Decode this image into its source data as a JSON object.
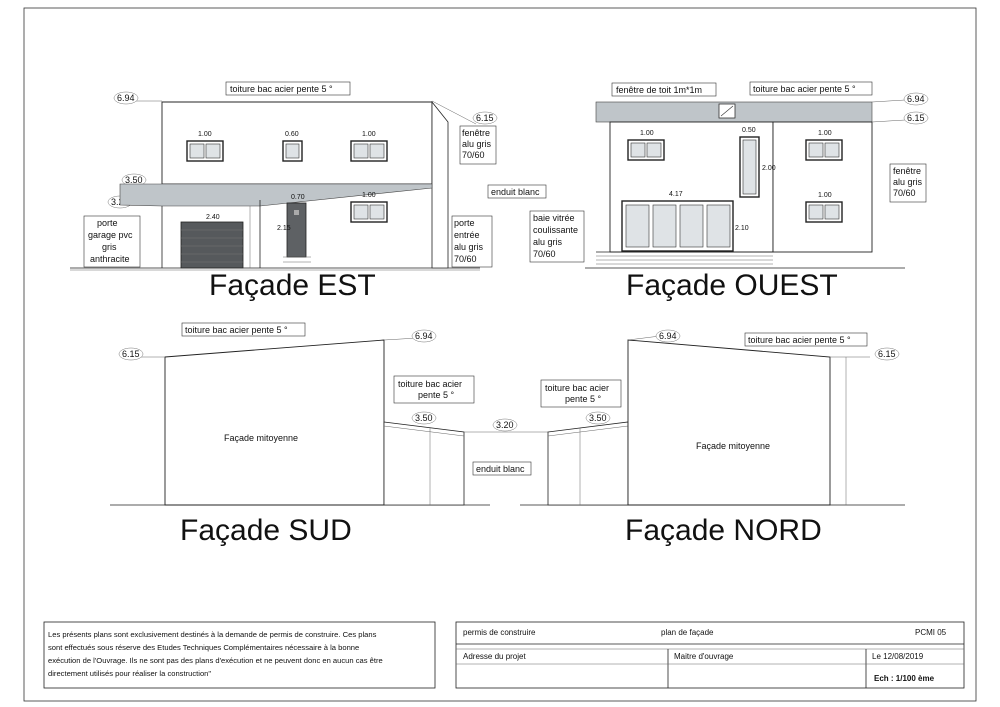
{
  "labels": {
    "roof_sheet": "toiture bac acier  pente 5 °",
    "roof_window": "fenêtre de toit 1m*1m",
    "window_line1": "fenêtre",
    "window_line2": "alu gris",
    "window_line3": "70/60",
    "render": "enduit blanc",
    "garage_line1": "porte",
    "garage_line2": "garage pvc",
    "garage_line3": "gris",
    "garage_line4": "anthracite",
    "door_line1": "porte",
    "door_line2": "entrée",
    "door_line3": "alu gris",
    "door_line4": "70/60",
    "bay_line1": "baie vitrée",
    "bay_line2": "coulissante",
    "bay_line3": "alu gris",
    "bay_line4": "70/60",
    "roof_split_line1": "toiture bac acier",
    "roof_split_line2": "pente 5 °",
    "party_wall": "Façade mitoyenne"
  },
  "levels": {
    "l694": "6.94",
    "l615": "6.15",
    "l350": "3.50",
    "l320": "3.20"
  },
  "titles": {
    "est": "Façade  EST",
    "ouest": "Façade  OUEST",
    "sud": "Façade SUD",
    "nord": "Façade NORD"
  },
  "notice": {
    "line1": "Les présents plans sont exclusivement destinés à la demande de permis de construire. Ces plans",
    "line2": "sont effectués sous réserve des Etudes Techniques Complémentaires nécessaire à la bonne",
    "line3": "exécution de l'Ouvrage.  Ils ne sont pas des plans d'exécution et ne peuvent donc en aucun cas être",
    "line4": "directement utilisés pour réaliser la construction\""
  },
  "cartouche": {
    "permit": "permis de construire",
    "plan": "plan de façade",
    "ref": "PCMI 05",
    "address": "Adresse du projet",
    "owner": "Maitre d'ouvrage",
    "date": "Le 12/08/2019",
    "scale": "Ech : 1/100 ème"
  },
  "dims": {
    "d100": "1.00",
    "d060": "0.60",
    "d070": "0.70",
    "d240": "2.40",
    "d050": "0.50",
    "d215": "2.15",
    "d200": "2.00",
    "d417": "4.17",
    "d210": "2.10"
  }
}
